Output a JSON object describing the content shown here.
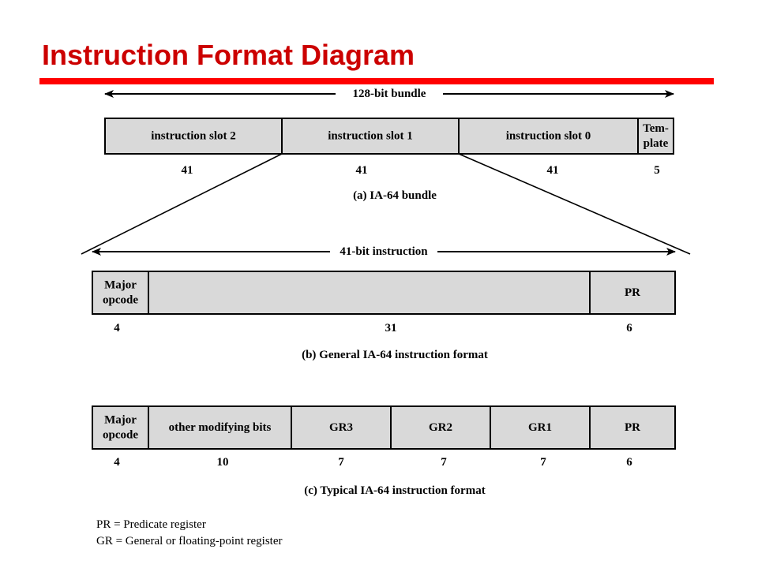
{
  "slide": {
    "title": "Instruction Format Diagram",
    "accent_color": "#cc0000",
    "underline_color": "#ff0000"
  },
  "bundle": {
    "span_label": "128-bit bundle",
    "fields": [
      {
        "label": "instruction slot 2",
        "bits": "41"
      },
      {
        "label": "instruction slot 1",
        "bits": "41"
      },
      {
        "label": "instruction slot 0",
        "bits": "41"
      },
      {
        "label": "Tem-\nplate",
        "bits": "5"
      }
    ],
    "caption": "(a) IA-64 bundle"
  },
  "general_format": {
    "span_label": "41-bit instruction",
    "fields": [
      {
        "label": "Major\nopcode",
        "bits": "4"
      },
      {
        "label": "",
        "bits": "31"
      },
      {
        "label": "PR",
        "bits": "6"
      }
    ],
    "caption": "(b) General IA-64 instruction format"
  },
  "typical_format": {
    "fields": [
      {
        "label": "Major\nopcode",
        "bits": "4"
      },
      {
        "label": "other modifying bits",
        "bits": "10"
      },
      {
        "label": "GR3",
        "bits": "7"
      },
      {
        "label": "GR2",
        "bits": "7"
      },
      {
        "label": "GR1",
        "bits": "7"
      },
      {
        "label": "PR",
        "bits": "6"
      }
    ],
    "caption": "(c) Typical IA-64 instruction format"
  },
  "legend": {
    "pr": "PR = Predicate register",
    "gr": "GR = General or floating-point register"
  },
  "colors": {
    "box_fill": "#d9d9d9",
    "stroke": "#000000"
  }
}
